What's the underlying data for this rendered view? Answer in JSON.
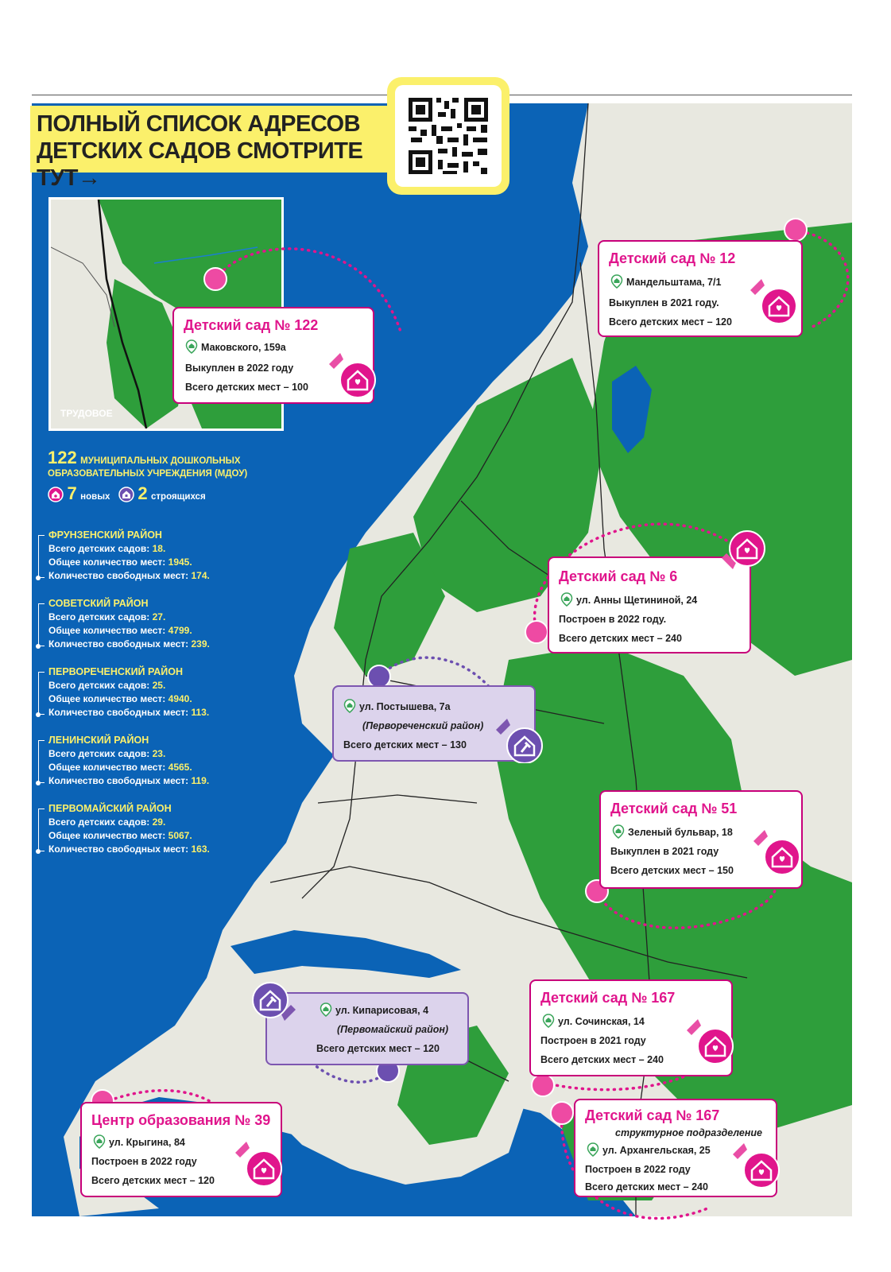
{
  "headline": {
    "line1": "ПОЛНЫЙ СПИСОК АДРЕСОВ",
    "line2": "ДЕТСКИХ САДОВ СМОТРИТЕ ТУТ"
  },
  "inset": {
    "label": "ТРУДОВОЕ"
  },
  "colors": {
    "sea": "#0b63b6",
    "land": "#e8e8e0",
    "forest": "#2e9e3b",
    "pink": "#e0158c",
    "purple": "#7d56b0",
    "yellow": "#fbf06b"
  },
  "summary": {
    "count": "122",
    "label1": "МУНИЦИПАЛЬНЫХ ДОШКОЛЬНЫХ",
    "label2": "ОБРАЗОВАТЕЛЬНЫХ УЧРЕЖДЕНИЯ (МДОУ)",
    "new_count": "7",
    "new_label": "новых",
    "building_count": "2",
    "building_label": "строящихся"
  },
  "districts": [
    {
      "name": "ФРУНЗЕНСКИЙ РАЙОН",
      "r1": "Всего детских садов:",
      "v1": "18.",
      "r2": "Общее количество мест:",
      "v2": "1945.",
      "r3": "Количество свободных мест:",
      "v3": "174."
    },
    {
      "name": "СОВЕТСКИЙ РАЙОН",
      "r1": "Всего детских садов:",
      "v1": "27.",
      "r2": "Общее количество мест:",
      "v2": "4799.",
      "r3": "Количество свободных мест:",
      "v3": "239."
    },
    {
      "name": "ПЕРВОРЕЧЕНСКИЙ РАЙОН",
      "r1": "Всего детских садов:",
      "v1": "25.",
      "r2": "Общее количество мест:",
      "v2": "4940.",
      "r3": "Количество свободных мест:",
      "v3": "113."
    },
    {
      "name": "ЛЕНИНСКИЙ РАЙОН",
      "r1": "Всего детских садов:",
      "v1": "23.",
      "r2": "Общее количество мест:",
      "v2": "4565.",
      "r3": "Количество свободных мест:",
      "v3": "119."
    },
    {
      "name": "ПЕРВОМАЙСКИЙ РАЙОН",
      "r1": "Всего детских садов:",
      "v1": "29.",
      "r2": "Общее количество мест:",
      "v2": "5067.",
      "r3": "Количество свободных мест:",
      "v3": "163."
    }
  ],
  "cards": {
    "k122": {
      "title": "Детский сад № 122",
      "addr": "Маковского, 159а",
      "l2": "Выкуплен в 2022 году",
      "l3": "Всего детских мест – 100"
    },
    "k12": {
      "title": "Детский сад № 12",
      "addr": "Мандельштама, 7/1",
      "l2": "Выкуплен в 2021 году.",
      "l3": "Всего детских мест – 120"
    },
    "k6": {
      "title": "Детский сад № 6",
      "addr": "ул. Анны Щетининой, 24",
      "l2": "Построен в 2022 году.",
      "l3": "Всего детских мест – 240"
    },
    "p1": {
      "addr": "ул. Постышева, 7а",
      "district": "(Первореченский район)",
      "l3": "Всего детских мест – 130"
    },
    "k51": {
      "title": "Детский сад № 51",
      "addr": "Зеленый бульвар, 18",
      "l2": "Выкуплен в 2021 году",
      "l3": "Всего детских мест – 150"
    },
    "p2": {
      "addr": "ул. Кипарисовая, 4",
      "district": "(Первомайский район)",
      "l3": "Всего детских мест – 120"
    },
    "k167": {
      "title": "Детский сад № 167",
      "addr": "ул. Сочинская, 14",
      "l2": "Построен в 2021 году",
      "l3": "Всего детских мест – 240"
    },
    "c39": {
      "title": "Центр образования № 39",
      "addr": "ул. Крыгина, 84",
      "l2": "Построен в 2022 году",
      "l3": "Всего детских мест – 120"
    },
    "k167b": {
      "title": "Детский сад № 167",
      "sub": "структурное подразделение",
      "addr": "ул. Архангельская, 25",
      "l2": "Построен в 2022 году",
      "l3": "Всего детских мест – 240"
    }
  }
}
